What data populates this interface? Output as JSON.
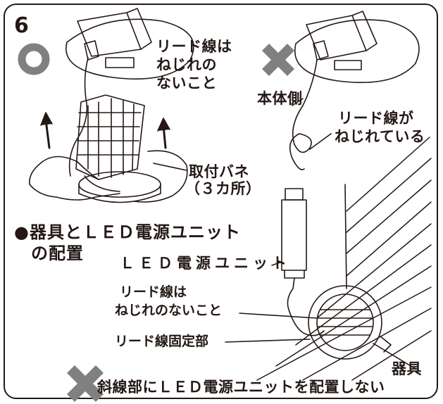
{
  "step_number": "6",
  "good_example": {
    "mark": "○",
    "note": [
      "リード線は",
      "ねじれの",
      "ないこと"
    ],
    "spring_label": [
      "取付バネ",
      "（３カ所）"
    ]
  },
  "bad_example": {
    "mark": "✖",
    "body_side": "本体側",
    "note": [
      "リード線が",
      "ねじれている"
    ]
  },
  "layout_heading": [
    "●器具とＬＥＤ電源ユニット",
    "の配置"
  ],
  "callouts": {
    "power_unit": "ＬＥＤ電源ユニット",
    "lead_ok": [
      "リード線は",
      "ねじれのないこと"
    ],
    "lead_fixing": "リード線固定部",
    "fixture": "器具"
  },
  "warning": "斜線部にＬＥＤ電源ユニットを配置しない",
  "colors": {
    "ink": "#231815",
    "mark": "#808080"
  }
}
